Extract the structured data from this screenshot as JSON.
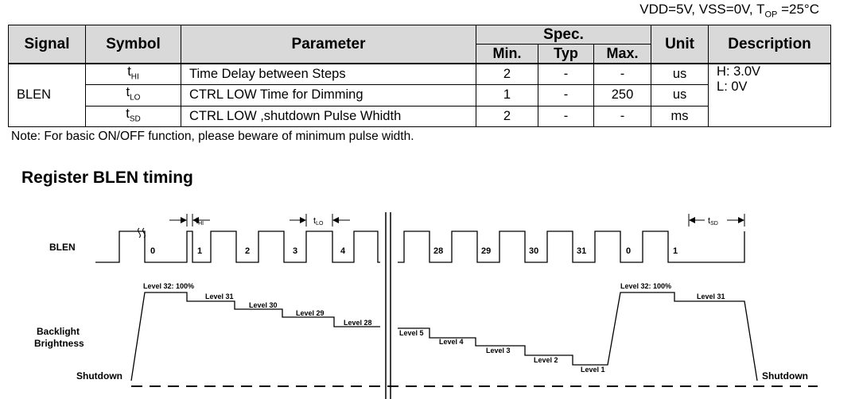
{
  "conditions": {
    "vdd": "VDD=5V, VSS=0V, T",
    "top_sub": "OP",
    "temp": " =25°C"
  },
  "table": {
    "headers": {
      "signal": "Signal",
      "symbol": "Symbol",
      "parameter": "Parameter",
      "spec": "Spec.",
      "min": "Min.",
      "typ": "Typ",
      "max": "Max.",
      "unit": "Unit",
      "description": "Description"
    },
    "signal": "BLEN",
    "rows": [
      {
        "sym": "t",
        "sub": "HI",
        "param": "Time Delay between Steps",
        "min": "2",
        "typ": "-",
        "max": "-",
        "unit": "us"
      },
      {
        "sym": "t",
        "sub": "LO",
        "param": "CTRL LOW Time for Dimming",
        "min": "1",
        "typ": "-",
        "max": "250",
        "unit": "us"
      },
      {
        "sym": "t",
        "sub": "SD",
        "param": "CTRL LOW ,shutdown Pulse Whidth",
        "min": "2",
        "typ": "-",
        "max": "-",
        "unit": "ms"
      }
    ],
    "description": [
      "H: 3.0V",
      "L: 0V"
    ]
  },
  "note": "Note: For basic ON/OFF function, please beware of minimum pulse width.",
  "section_title": "Register BLEN timing",
  "diagram": {
    "blen_label": "BLEN",
    "brightness_label": [
      "Backlight",
      "Brightness"
    ],
    "shutdown_left": "Shutdown",
    "shutdown_right": "Shutdown",
    "pulse_numbers_left": [
      "0",
      "1",
      "2",
      "3",
      "4"
    ],
    "pulse_numbers_right": [
      "28",
      "29",
      "30",
      "31",
      "0",
      "1"
    ],
    "t_hi": "t",
    "t_hi_sub": "HI",
    "t_lo": "t",
    "t_lo_sub": "LO",
    "t_sd": "t",
    "t_sd_sub": "SD",
    "levels": {
      "l32a": "Level 32: 100%",
      "l31a": "Level 31",
      "l30": "Level 30",
      "l29": "Level 29",
      "l28": "Level 28",
      "l5": "Level 5",
      "l4": "Level 4",
      "l3": "Level 3",
      "l2": "Level 2",
      "l1": "Level 1",
      "l32b": "Level 32: 100%",
      "l31b": "Level 31"
    }
  }
}
